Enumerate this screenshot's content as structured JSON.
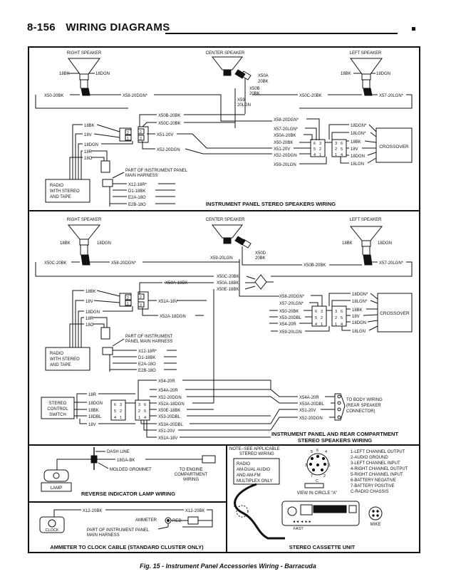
{
  "header": {
    "page_number": "8-156",
    "section_title": "WIRING DIAGRAMS"
  },
  "panel1": {
    "title": "INSTRUMENT PANEL STEREO SPEAKERS WIRING",
    "right_speaker": "RIGHT SPEAKER",
    "center_speaker": "CENTER SPEAKER",
    "left_speaker": "LEFT SPEAKER",
    "rs_left_wire": "18BK",
    "rs_right_wire": "18DGN",
    "ls_left_wire": "18BK",
    "ls_right_wire": "18DGN",
    "center_wire_a": "X50A",
    "center_wire_a2": "20BK",
    "center_wire_b": "X50B",
    "center_wire_b2": "20BK",
    "center_wire_c": "X59",
    "center_wire_c2": "20LGN",
    "x50_20bk": "X50-20BK",
    "x58_20dgn": "X58-20DGN*",
    "x50c_20bk": "X50C-20BK",
    "x57_20lgn": "X57-20LGN*",
    "x50b_20bk_l": "X50B-20BK",
    "x50c_20bk_l": "X50C-20BK",
    "x51_20v": "X51-20V",
    "x52_20dgn": "X52-20DGN",
    "radio_18bk": "18BK",
    "radio_18v": "18V",
    "radio_18dgn": "18DGN",
    "radio_18r": "18R",
    "radio_18o": "18O",
    "radio_label": [
      "RADIO",
      "WITH STEREO",
      "AND TAPE"
    ],
    "harness_label": [
      "PART OF INSTRUMENT PANEL",
      "MAIN HARNESS"
    ],
    "harness_wires": [
      "X12-18R*",
      "D1-18BK",
      "E2A-18O",
      "E2B-18O"
    ],
    "mid_wires": [
      "X58-20DGN*",
      "X57-20LGN*",
      "X50A-20BK",
      "X50-20BK",
      "X51-20V",
      "X52-20DGN",
      "X59-20LGN"
    ],
    "cross_wires": [
      "18DGN*",
      "18LGN*",
      "18BK",
      "18V",
      "18DGN",
      "18LGN"
    ],
    "crossover": "CROSSOVER",
    "pins_left": [
      "6",
      "5",
      "4",
      "3",
      "2",
      "1"
    ],
    "pins_right": [
      "3",
      "2",
      "1",
      "6",
      "5",
      "4"
    ]
  },
  "panel2": {
    "title": [
      "INSTRUMENT PANEL AND REAR COMPARTMENT",
      "STEREO SPEAKERS WIRING"
    ],
    "right_speaker": "RIGHT SPEAKER",
    "center_speaker": "CENTER SPEAKER",
    "left_speaker": "LEFT SPEAKER",
    "rs_left_wire": "18BK",
    "rs_right_wire": "18DGN",
    "ls_left_wire": "18BK",
    "ls_right_wire": "18DGN",
    "x50d_a": "X50D",
    "x50d_b": "20BK",
    "x59_20lgn": "X59-20LGN",
    "x50c_20bk": "X50C-20BK",
    "x58_20dgn": "X58-20DGN*",
    "x50b_20bk": "X50B-20BK",
    "x57_20lgn": "X57-20LGN*",
    "junction_wires": [
      "X50C-20BK",
      "X50A-18BK",
      "X50E-18BK"
    ],
    "x50a_18bk": "X50A-18BK",
    "x51a_18v": "X51A-18V",
    "x52a_18dgn": "X52A-18DGN",
    "radio_wires": [
      "18BK",
      "18V",
      "18DGN",
      "18R",
      "18O"
    ],
    "radio_label": [
      "RADIO",
      "WITH STEREO",
      "AND TAPE"
    ],
    "harness_label": [
      "PART OF INSTRUMENT",
      "PANEL MAIN HARNESS"
    ],
    "harness_wires": [
      "X12-18R*",
      "D1-18BK",
      "E2A-18O",
      "E2B-18O"
    ],
    "mid_wires": [
      "X58-20DGN*",
      "X57-20LGN*",
      "X50-20BK",
      "X53-20DBL",
      "X54-20R",
      "X59-20LGN"
    ],
    "cross_wires": [
      "18DGN*",
      "18LGN*",
      "18BK",
      "18V",
      "18DGN",
      "18LGN"
    ],
    "crossover": "CROSSOVER",
    "stereo_label": [
      "STEREO",
      "CONTROL",
      "SWITCH"
    ],
    "stereo_wires": [
      "18R",
      "18DGN",
      "18BK",
      "18DBL",
      "18V"
    ],
    "bottom_wires": [
      "X54-20R",
      "X54A-20R",
      "X52-20DGN",
      "X52A-18DGN",
      "X50E-18BK",
      "X53-20DBL",
      "X53A-20DBL",
      "X51-20V",
      "X51A-18V"
    ],
    "rear_wires": [
      "X54A-20R",
      "X53A-20DBL",
      "X51-20V",
      "X52-20DGN"
    ],
    "rear_label": [
      "TO BODY WIRING",
      "(REAR SPEAKER",
      "CONNECTOR)"
    ]
  },
  "panel3": {
    "title": "REVERSE INDICATOR LAMP WIRING",
    "dash_line": "DASH LINE",
    "wire": "18GA-BK",
    "grommet": "MOLDED GROMMET",
    "to_engine": [
      "TO ENGINE",
      "COMPARTMENT",
      "WIRING"
    ],
    "lamp": "LAMP"
  },
  "panel4": {
    "title": "AMMETER TO CLOCK CABLE (STANDARD CLUSTER ONLY)",
    "wire_left": "X12-20BK",
    "wire_right": "X12-20BK",
    "ammeter": "AMMETER",
    "red": "RED",
    "clock": "CLOCK",
    "harness": [
      "PART OF INSTRUMENT PANEL",
      "MAIN HARNESS"
    ]
  },
  "panel5": {
    "title": "STEREO CASSETTE UNIT",
    "note": [
      "NOTE--SEE APPLICABLE",
      "STEREO WIRING"
    ],
    "radio_box": [
      "RADIO",
      "AM-DUAL AUDIO",
      "AND AM-FM",
      "MULTIPLEX ONLY"
    ],
    "view": "VIEW IN CIRCLE \"A\"",
    "circle_a": "A",
    "pins": [
      "1",
      "2",
      "3",
      "4",
      "5",
      "6",
      "7",
      "C"
    ],
    "legend": [
      "1-LEFT CHANNEL OUTPUT",
      "2-AUDIO GROUND",
      "3-LEFT CHANNEL INPUT",
      "4-RIGHT CHANNEL OUTPUT",
      "5-RIGHT CHANNEL INPUT",
      "6-BATTERY NEGATIVE",
      "7-BATTERY POSITIVE",
      "C-RADIO CHASSIS"
    ],
    "fast": "FAST",
    "mike": "MIKE"
  },
  "caption": "Fig. 15 - Instrument Panel Accessories Wiring - Barracuda"
}
